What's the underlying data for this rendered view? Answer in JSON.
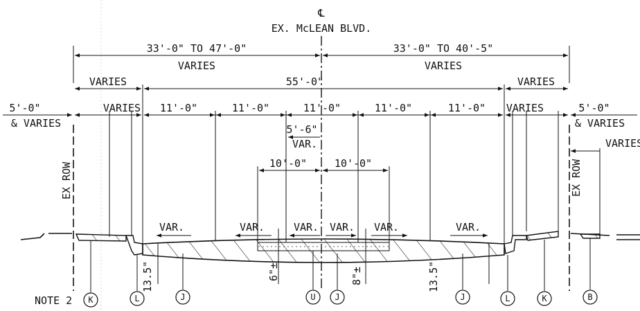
{
  "title": {
    "centerline_symbol": "℄",
    "road_name": "EX. McLEAN BLVD."
  },
  "dimensions": {
    "left_total": "33'-0\" TO 47'-0\"",
    "right_total": "33'-0\" TO 40'-5\"",
    "left_varies": "VARIES",
    "right_varies": "VARIES",
    "left_outer_varies": "VARIES",
    "center_width": "55'-0\"",
    "right_outer_varies": "VARIES",
    "left_sidewalk_width": "5'-0\"",
    "left_sidewalk_varies": "& VARIES",
    "left_inner_varies": "VARIES",
    "lanes": [
      "11'-0\"",
      "11'-0\"",
      "11'-0\"",
      "11'-0\"",
      "11'-0\""
    ],
    "right_inner_varies": "VARIES",
    "right_sidewalk_width": "5'-0\"",
    "right_sidewalk_varies": "& VARIES",
    "far_right_varies": "VARIES",
    "median_half": "5'-6\"",
    "median_var": "VAR.",
    "median_left": "10'-0\"",
    "median_right": "10'-0\"",
    "curb_height_left": "13.5\"",
    "curb_height_right": "13.5\"",
    "depth_left": "6\"±",
    "depth_right": "8\"±"
  },
  "slopes": [
    "VAR.",
    "VAR.",
    "VAR.",
    "VAR.",
    "VAR.",
    "VAR."
  ],
  "row_labels": {
    "left": "EX ROW",
    "right": "EX ROW"
  },
  "note": "NOTE 2",
  "callouts": [
    "K",
    "L",
    "J",
    "U",
    "J",
    "J",
    "L",
    "K",
    "B"
  ]
}
